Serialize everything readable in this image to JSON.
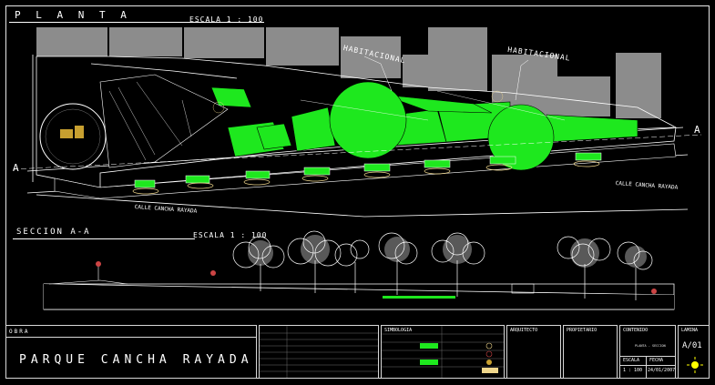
{
  "plan": {
    "title": "P L A N T A",
    "scale": "ESCALA 1 : 100",
    "street": "CALLE CANCHA RAYADA",
    "street_left": "CALLE CANCHA RAYADA",
    "habitacional_1": "HABITACIONAL",
    "habitacional_2": "HABITACIONAL",
    "section_marker": "A"
  },
  "section": {
    "title": "SECCION A-A",
    "scale": "ESCALA 1 : 100"
  },
  "title_block": {
    "obra_label": "OBRA",
    "project_name": "PARQUE CANCHA RAYADA",
    "simbologia_label": "SIMBOLOGIA",
    "arquitecto_label": "ARQUITECTO",
    "propietario_label": "PROPIETARIO",
    "contenido_label": "CONTENIDO",
    "contenido_value": "PLANTA - SECCION",
    "lamina_label": "LAMINA",
    "sheet_number": "A/01",
    "escala_label": "ESCALA",
    "fecha_label": "FECHA",
    "escala_value": "1 : 100",
    "fecha_value": "24/01/2007"
  },
  "colors": {
    "lawn": "#1ee81e",
    "buildings": "#8c8c8c",
    "paving": "#000000",
    "lines": "#ffffff",
    "sand": "#f0d78c",
    "north_arrow": "#ffff00"
  }
}
